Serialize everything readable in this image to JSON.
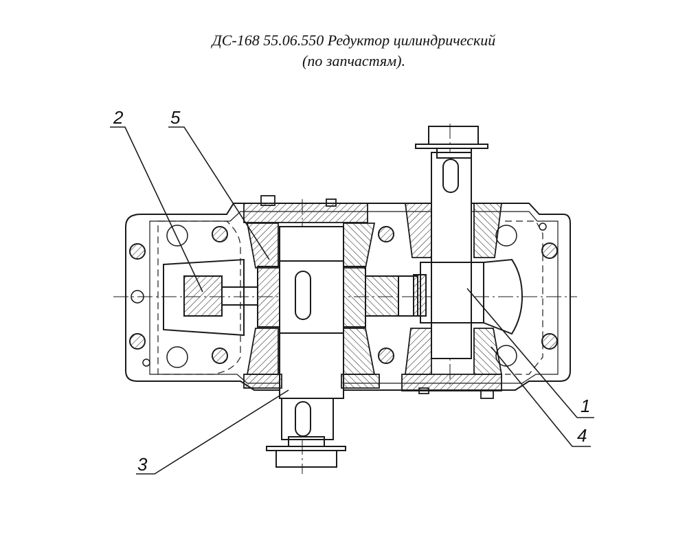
{
  "title": {
    "line1": "ДС-168 55.06.550 Редуктор цилиндрический",
    "line2": "(по запчастям)."
  },
  "callouts": [
    {
      "id": "2",
      "label": "2"
    },
    {
      "id": "5",
      "label": "5"
    },
    {
      "id": "3",
      "label": "3"
    },
    {
      "id": "1",
      "label": "1"
    },
    {
      "id": "4",
      "label": "4"
    }
  ],
  "colors": {
    "line": "#1a1a1a",
    "hatch": "#333333",
    "background": "#ffffff"
  }
}
